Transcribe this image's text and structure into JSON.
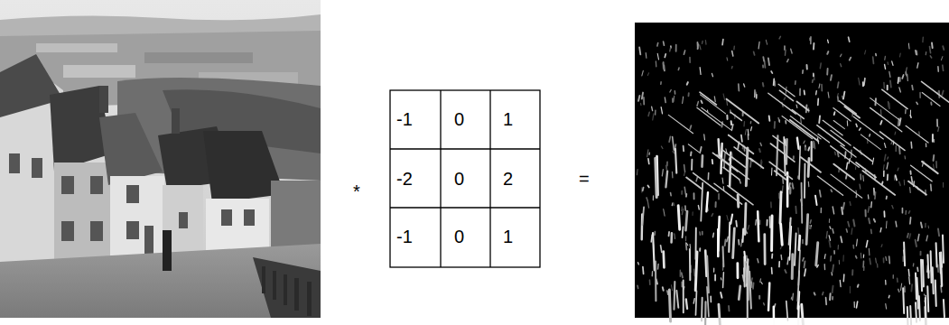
{
  "diagram": {
    "labels": [
      "*",
      "-1",
      "0",
      "1",
      "-2",
      "0",
      "2",
      "-1",
      "0",
      "1",
      "="
    ]
  }
}
